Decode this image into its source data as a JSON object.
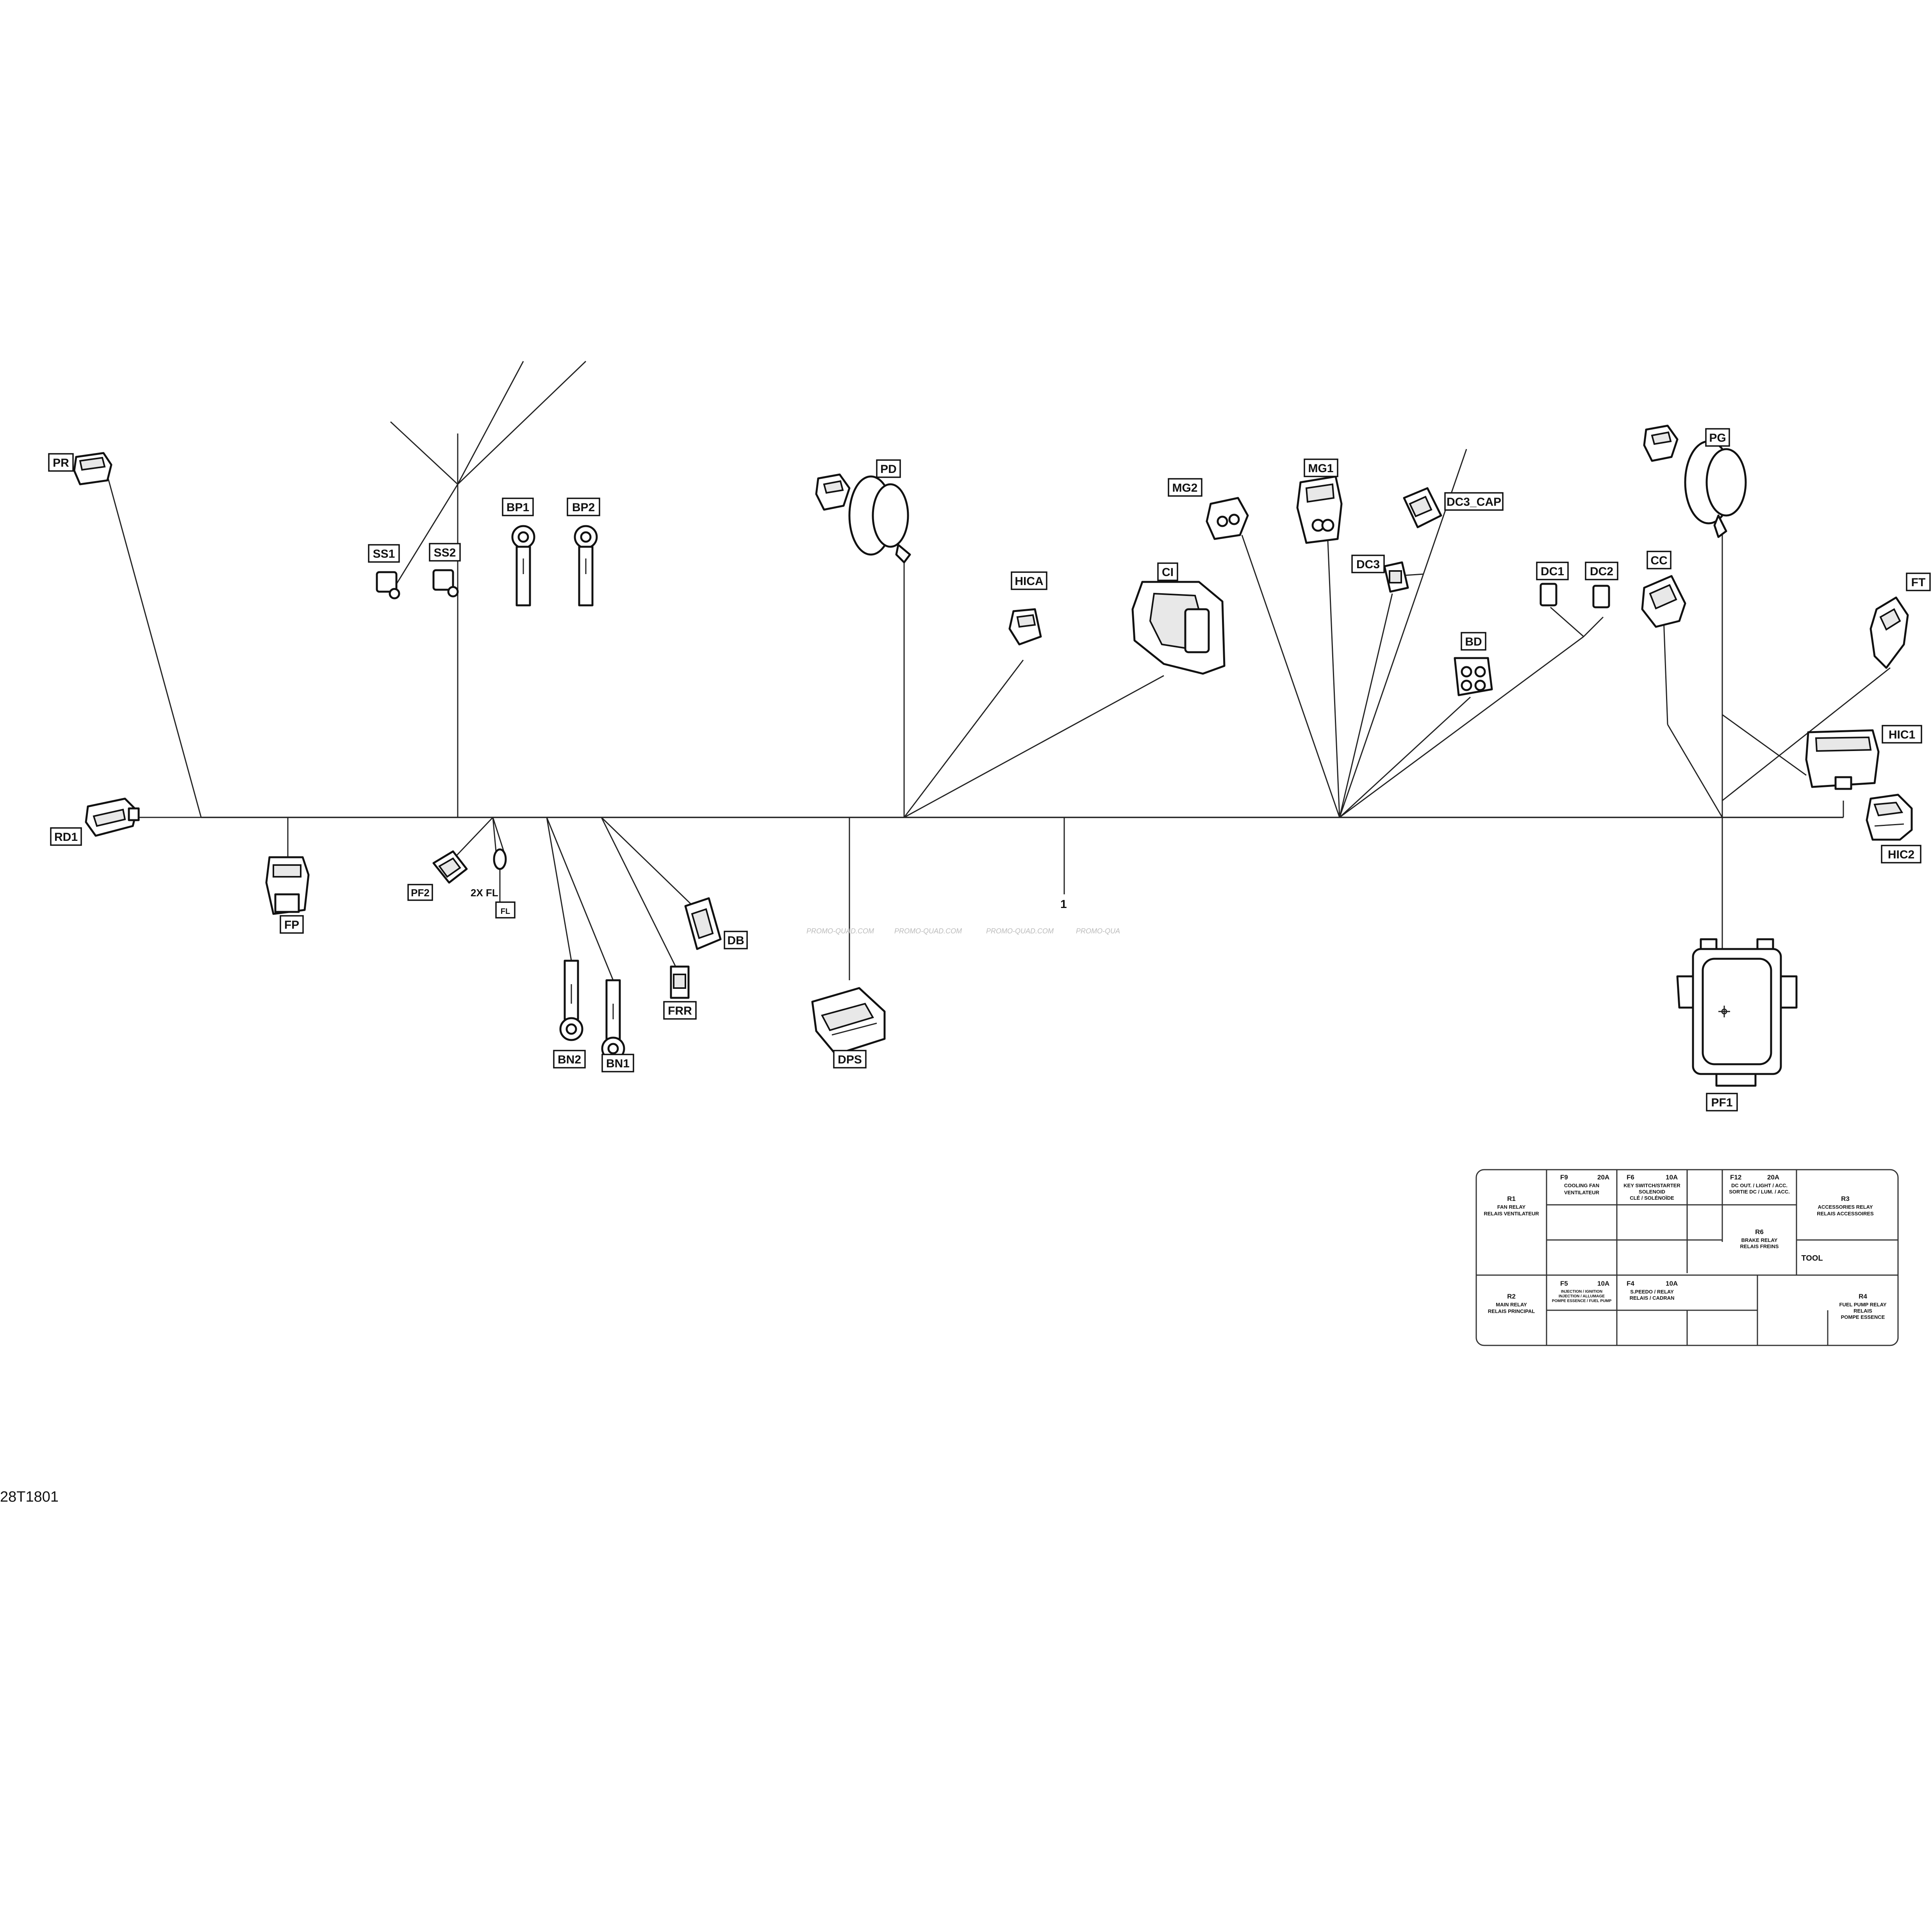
{
  "diagram_id": "28T1801",
  "callout_number": "1",
  "multiplier_note": "2X FL",
  "fuse_label_tag": "FL",
  "watermarks": [
    "PROMO-QUAD.COM",
    "PROMO-QUAD.COM",
    "PROMO-QUAD.COM",
    "PROMO-QUA"
  ],
  "connectors": {
    "PR": "PR",
    "RD1": "RD1",
    "FP": "FP",
    "SS1": "SS1",
    "SS2": "SS2",
    "BP1": "BP1",
    "BP2": "BP2",
    "PF2": "PF2",
    "BN2": "BN2",
    "BN1": "BN1",
    "FRR": "FRR",
    "DB": "DB",
    "DPS": "DPS",
    "PD": "PD",
    "HICA": "HICA",
    "CI": "CI",
    "MG2": "MG2",
    "MG1": "MG1",
    "DC3": "DC3",
    "DC3_CAP": "DC3_CAP",
    "BD": "BD",
    "DC1": "DC1",
    "DC2": "DC2",
    "CC": "CC",
    "PG": "PG",
    "FT": "FT",
    "HIC1": "HIC1",
    "HIC2": "HIC2",
    "PF1": "PF1"
  },
  "fuse_box": {
    "R1": {
      "id": "R1",
      "line1": "FAN RELAY",
      "line2": "RELAIS VENTILATEUR"
    },
    "F9": {
      "id": "F9",
      "amps": "20A",
      "line1": "COOLING FAN",
      "line2": "VENTILATEUR"
    },
    "F6": {
      "id": "F6",
      "amps": "10A",
      "line1": "KEY SWITCH/STARTER",
      "line2": "SOLENOID",
      "line3": "CLÉ / SOLÉNOÏDE"
    },
    "F12": {
      "id": "F12",
      "amps": "20A",
      "line1": "DC OUT. / LIGHT / ACC.",
      "line2": "SORTIE DC / LUM. / ACC."
    },
    "R3": {
      "id": "R3",
      "line1": "ACCESSORIES RELAY",
      "line2": "RELAIS ACCESSOIRES"
    },
    "R6": {
      "id": "R6",
      "line1": "BRAKE RELAY",
      "line2": "RELAIS FREINS"
    },
    "TOOL": "TOOL",
    "R2": {
      "id": "R2",
      "line1": "MAIN RELAY",
      "line2": "RELAIS PRINCIPAL"
    },
    "F5": {
      "id": "F5",
      "amps": "10A",
      "line1": "INJECTION / IGNITION",
      "line2": "INJECTION / ALLUMAGE",
      "line3": "POMPE ESSENCE / FUEL PUMP"
    },
    "F4": {
      "id": "F4",
      "amps": "10A",
      "line1": "S.PEEDO / RELAY",
      "line2": "RELAIS / CADRAN"
    },
    "R4": {
      "id": "R4",
      "line1": "FUEL PUMP RELAY",
      "line2": "RELAIS",
      "line3": "POMPE ESSENCE"
    }
  }
}
